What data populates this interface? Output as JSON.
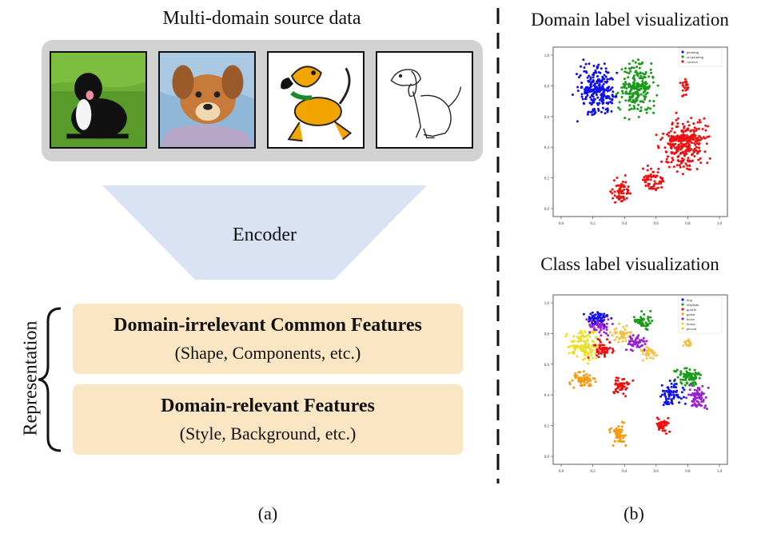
{
  "panel_a": {
    "title": "Multi-domain source data",
    "images": [
      {
        "name": "photo-dog",
        "domain": "photo"
      },
      {
        "name": "art-painting-dog",
        "domain": "art painting"
      },
      {
        "name": "cartoon-dog",
        "domain": "cartoon"
      },
      {
        "name": "sketch-dog",
        "domain": "sketch"
      }
    ],
    "encoder_label": "Encoder",
    "representation_label": "Representation",
    "features": [
      {
        "title": "Domain-irrelevant Common Features",
        "subtitle": "(Shape, Components, etc.)"
      },
      {
        "title": "Domain-relevant Features",
        "subtitle": "(Style, Background, etc.)"
      }
    ],
    "caption": "(a)"
  },
  "panel_b": {
    "caption": "(b)",
    "plots": [
      {
        "title": "Domain label visualization",
        "legend": [
          {
            "label": "painting",
            "color": "#1010ee"
          },
          {
            "label": "art painting",
            "color": "#1a9a1a"
          },
          {
            "label": "cartoon",
            "color": "#ee1010"
          }
        ],
        "y_ticks": [
          "1.0",
          "0.8",
          "0.6",
          "0.4",
          "0.2",
          "0.0"
        ],
        "x_ticks": [
          "0.0",
          "0.2",
          "0.4",
          "0.6",
          "0.8",
          "1.0"
        ]
      },
      {
        "title": "Class label visualization",
        "legend": [
          {
            "label": "dog",
            "color": "#1010ee"
          },
          {
            "label": "elephant",
            "color": "#1a9a1a"
          },
          {
            "label": "giraffe",
            "color": "#ee1010"
          },
          {
            "label": "guitar",
            "color": "#f39a10"
          },
          {
            "label": "horse",
            "color": "#9a20d0"
          },
          {
            "label": "house",
            "color": "#e8e020"
          },
          {
            "label": "person",
            "color": "#f5c040"
          }
        ],
        "y_ticks": [
          "1.0",
          "0.8",
          "0.6",
          "0.4",
          "0.2",
          "0.0"
        ],
        "x_ticks": [
          "0.0",
          "0.2",
          "0.4",
          "0.6",
          "0.8",
          "1.0"
        ]
      }
    ]
  },
  "colors": {
    "encoder": "#dae3f3",
    "feature_box": "#fbe6c4",
    "image_panel": "#d2d2d2",
    "divider": "#111111"
  }
}
